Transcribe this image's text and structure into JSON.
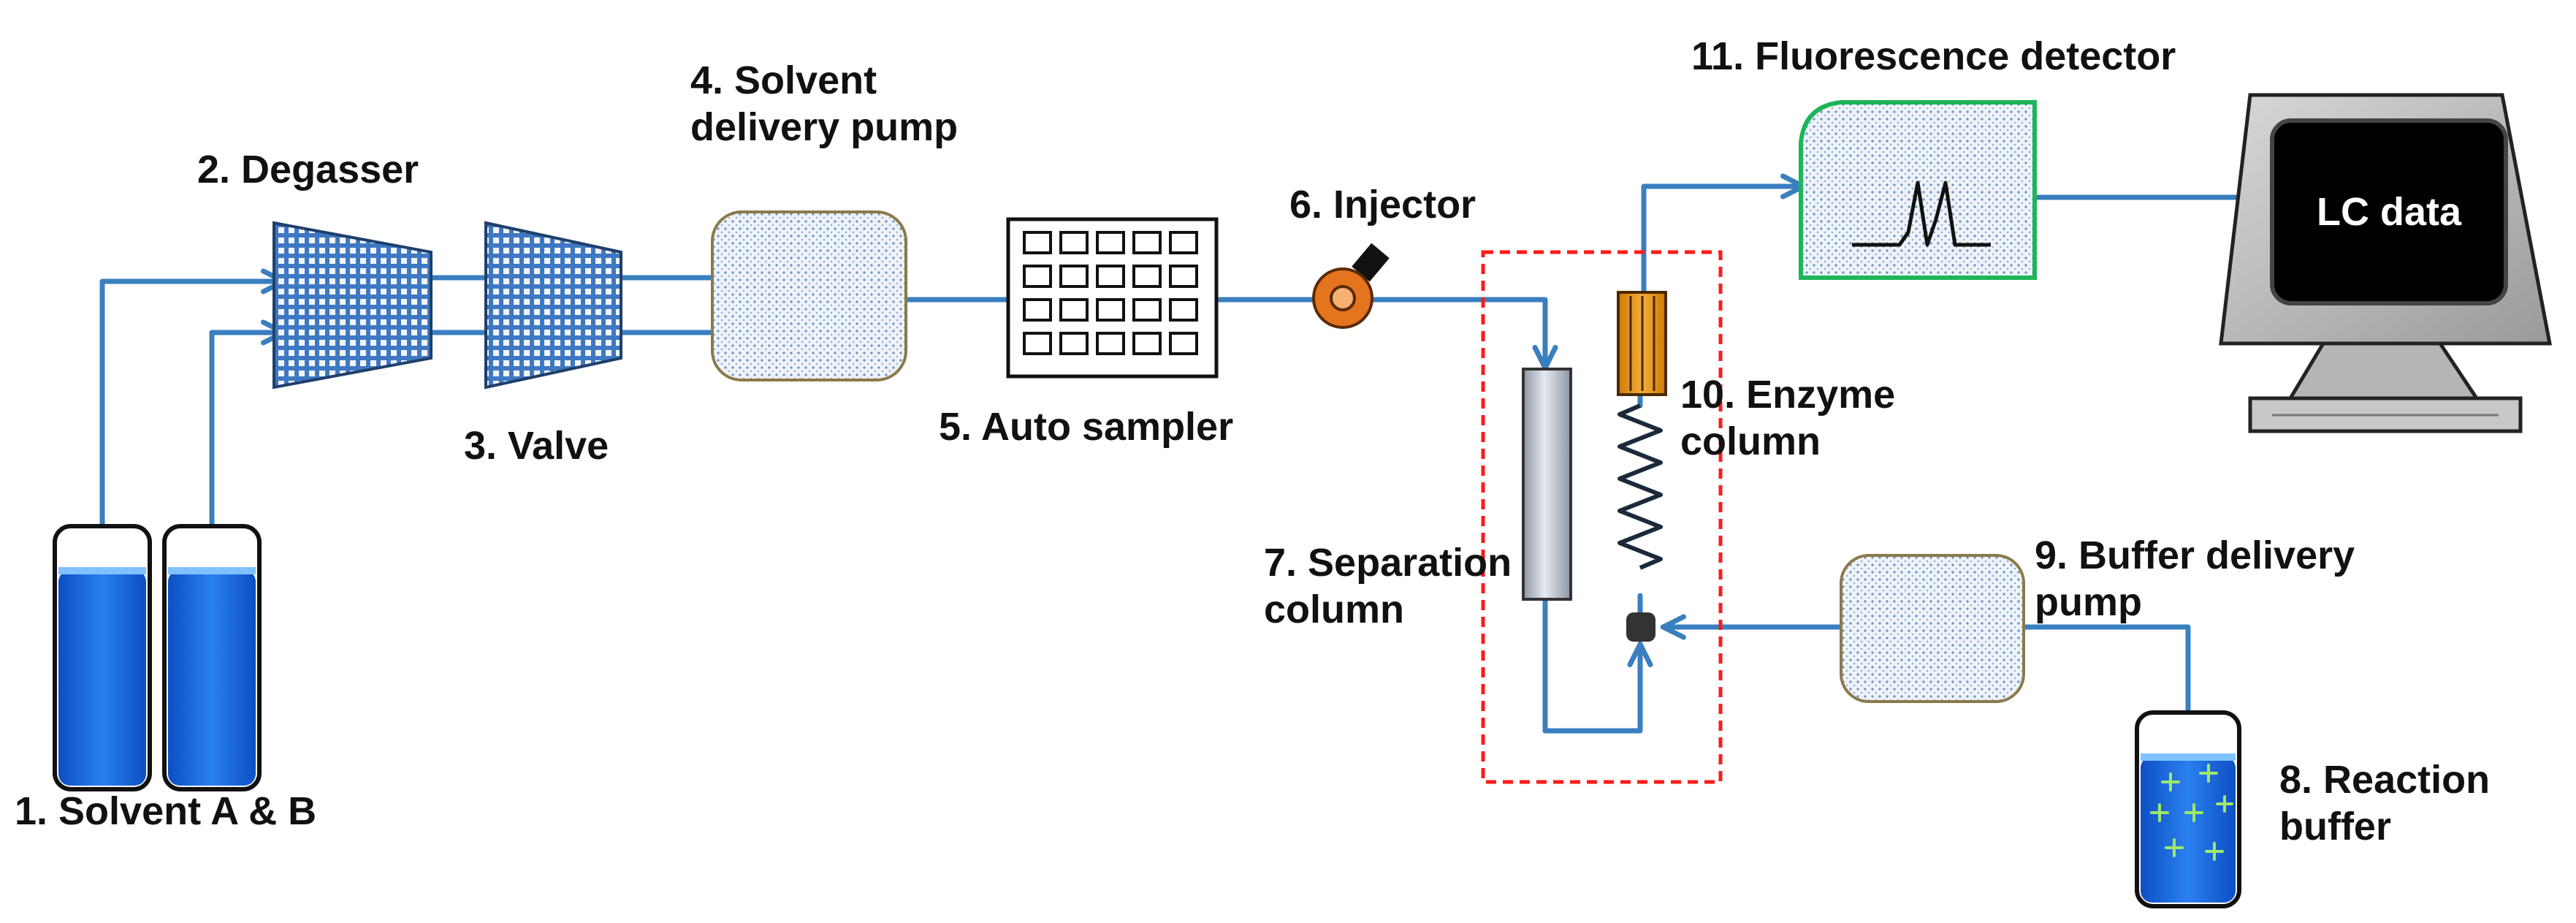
{
  "colors": {
    "line": "#3a7fbf",
    "solvent": "#1565d8",
    "dotted_box": "#ff1a1a",
    "detector": "#1db55a",
    "injector": "#d96b1a",
    "enzyme_column": "#e5900e",
    "screen": "#000000",
    "label": "#111111"
  },
  "icons": {
    "degasser": "trapezoid-mesh-icon",
    "valve": "trapezoid-mesh-icon",
    "pump": "rounded-rect-pump-icon",
    "auto_sampler": "vial-rack-grid-icon",
    "injector": "injector-valve-icon",
    "monitor": "computer-monitor-icon"
  },
  "labels": {
    "solvent": "1. Solvent A & B",
    "degasser": "2. Degasser",
    "valve": "3. Valve",
    "solvent_pump": "4. Solvent\ndelivery pump",
    "auto_sampler": "5. Auto sampler",
    "injector": "6. Injector",
    "separation_column": "7. Separation\ncolumn",
    "reaction_buffer": "8. Reaction\nbuffer",
    "buffer_pump": "9. Buffer delivery\npump",
    "enzyme_column": "10. Enzyme\ncolumn",
    "fluorescence_detector": "11. Fluorescence detector",
    "lc_data": "LC data"
  }
}
